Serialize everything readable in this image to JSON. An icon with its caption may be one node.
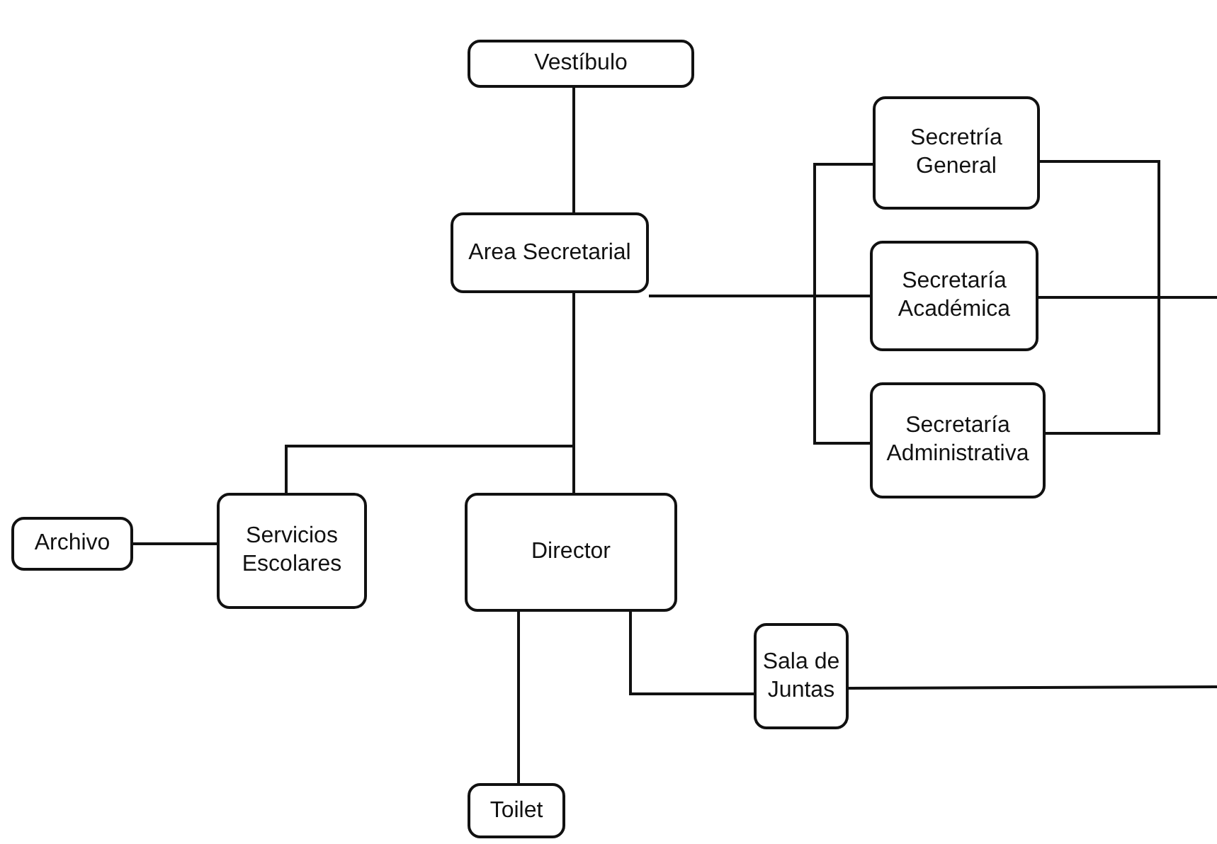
{
  "diagram": {
    "nodes": [
      {
        "text": [
          "Vestíbulo"
        ]
      },
      {
        "text": [
          "Area Secretarial"
        ]
      },
      {
        "text": [
          "Secretría General"
        ]
      },
      {
        "text": [
          "Secretaría Académica"
        ]
      },
      {
        "text": [
          "Secretaría Administrativa"
        ]
      },
      {
        "text": [
          "Archivo"
        ]
      },
      {
        "text": [
          "Servicios Escolares"
        ]
      },
      {
        "text": [
          "Director"
        ]
      },
      {
        "text": [
          "Sala de Juntas"
        ]
      },
      {
        "text": [
          "Toilet"
        ]
      }
    ],
    "edges": [
      {
        "from": 0,
        "to": 1,
        "arrow": "none"
      },
      {
        "from": 1,
        "to": 2,
        "arrow": "none"
      },
      {
        "from": 1,
        "to": 3,
        "arrow": "none"
      },
      {
        "from": 1,
        "to": 4,
        "arrow": "none"
      },
      {
        "from": 2,
        "to": null,
        "arrow": "none"
      },
      {
        "from": 3,
        "to": null,
        "arrow": "none"
      },
      {
        "from": 4,
        "to": null,
        "arrow": "none"
      },
      {
        "from": 1,
        "to": 6,
        "arrow": "none"
      },
      {
        "from": 1,
        "to": 7,
        "arrow": "none"
      },
      {
        "from": 5,
        "to": 6,
        "arrow": "none"
      },
      {
        "from": 7,
        "to": 9,
        "arrow": "none"
      },
      {
        "from": 7,
        "to": 8,
        "arrow": "none"
      },
      {
        "from": 8,
        "to": null,
        "arrow": "none"
      }
    ]
  }
}
